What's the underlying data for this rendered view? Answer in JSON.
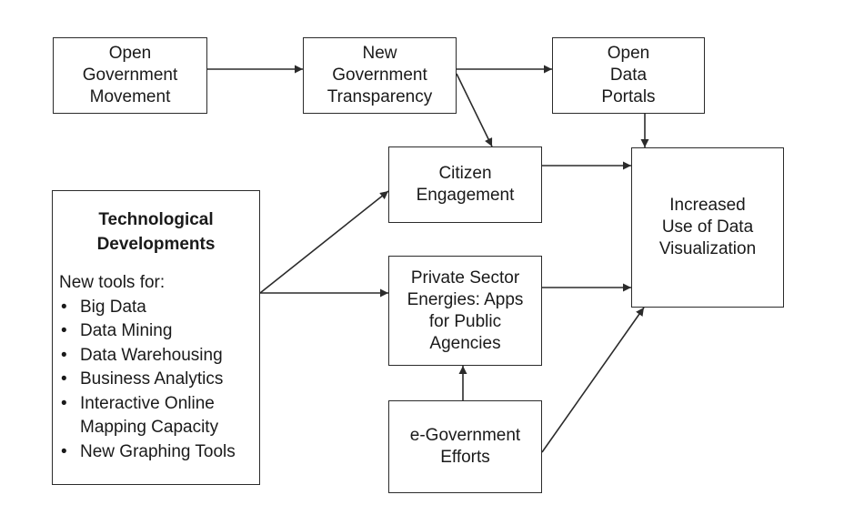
{
  "nodes": {
    "open_gov_movement": [
      "Open",
      "Government",
      "Movement"
    ],
    "new_gov_transparency": [
      "New",
      "Government",
      "Transparency"
    ],
    "open_data_portals": [
      "Open",
      "Data",
      "Portals"
    ],
    "citizen_engagement": [
      "Citizen",
      "Engagement"
    ],
    "private_sector": [
      "Private Sector",
      "Energies: Apps",
      "for Public",
      "Agencies"
    ],
    "e_government": [
      "e-Government",
      "Efforts"
    ],
    "increased_use": [
      "Increased",
      "Use of Data",
      "Visualization"
    ],
    "tech": {
      "title": [
        "Technological",
        "Developments"
      ],
      "intro": "New tools for:",
      "bullet_glyph": "•",
      "items": [
        [
          "Big Data"
        ],
        [
          "Data Mining"
        ],
        [
          "Data Warehousing"
        ],
        [
          "Business Analytics"
        ],
        [
          "Interactive Online",
          "Mapping Capacity"
        ],
        [
          "New Graphing Tools"
        ]
      ]
    }
  },
  "colors": {
    "line": "#2b2b2b",
    "text": "#1a1a1a",
    "background": "#ffffff"
  }
}
